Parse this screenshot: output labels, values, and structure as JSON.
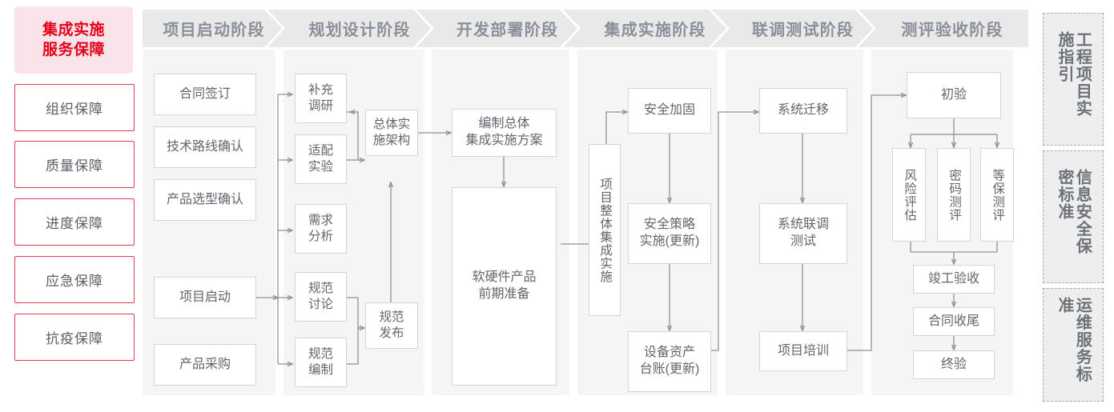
{
  "left_rail": {
    "header": "集成实施\n服务保障",
    "header_line1": "集成实施",
    "header_line2": "服务保障",
    "items": [
      {
        "label": "组织保障"
      },
      {
        "label": "质量保障"
      },
      {
        "label": "进度保障"
      },
      {
        "label": "应急保障"
      },
      {
        "label": "抗疫保障"
      }
    ]
  },
  "phases": [
    {
      "title": "项目启动阶段"
    },
    {
      "title": "规划设计阶段"
    },
    {
      "title": "开发部署阶段"
    },
    {
      "title": "集成实施阶段"
    },
    {
      "title": "联调测试阶段"
    },
    {
      "title": "测评验收阶段"
    }
  ],
  "nodes": {
    "p1": [
      {
        "label": "合同签订"
      },
      {
        "label": "技术路线确认"
      },
      {
        "label": "产品选型确认"
      },
      {
        "label": "项目启动"
      },
      {
        "label": "产品采购"
      }
    ],
    "p2": [
      {
        "label": "补充\n调研",
        "l1": "补充",
        "l2": "调研"
      },
      {
        "label": "适配\n实验",
        "l1": "适配",
        "l2": "实验"
      },
      {
        "label": "需求\n分析",
        "l1": "需求",
        "l2": "分析"
      },
      {
        "label": "规范\n讨论",
        "l1": "规范",
        "l2": "讨论"
      },
      {
        "label": "规范\n编制",
        "l1": "规范",
        "l2": "编制"
      },
      {
        "label": "总体实\n施架构",
        "l1": "总体实",
        "l2": "施架构"
      },
      {
        "label": "规范\n发布",
        "l1": "规范",
        "l2": "发布"
      }
    ],
    "p3": [
      {
        "label": "编制总体\n集成实施方案",
        "l1": "编制总体",
        "l2": "集成实施方案"
      },
      {
        "label": "软硬件产品\n前期准备",
        "l1": "软硬件产品",
        "l2": "前期准备"
      }
    ],
    "p4": [
      {
        "label": "项目整体集成实施"
      },
      {
        "label": "安全加固"
      },
      {
        "label": "安全策略\n实施(更新)",
        "l1": "安全策略",
        "l2": "实施(更新)"
      },
      {
        "label": "设备资产\n台账(更新)",
        "l1": "设备资产",
        "l2": "台账(更新)"
      }
    ],
    "p5": [
      {
        "label": "系统迁移"
      },
      {
        "label": "系统联调\n测试",
        "l1": "系统联调",
        "l2": "测试"
      },
      {
        "label": "项目培训"
      }
    ],
    "p6": [
      {
        "label": "初验"
      },
      {
        "label": "风险评估"
      },
      {
        "label": "密码测评"
      },
      {
        "label": "等保测评"
      },
      {
        "label": "竣工验收"
      },
      {
        "label": "合同收尾"
      },
      {
        "label": "终验"
      }
    ]
  },
  "standards": [
    {
      "label": "工程项目实施指引"
    },
    {
      "label": "信息安全保密标准"
    },
    {
      "label": "运维服务标准"
    }
  ],
  "colors": {
    "accent_red": "#e2001a",
    "accent_border": "#e23a4e",
    "header_bg": "#e9e9e9",
    "header_text": "#8a9099",
    "panel_bg": "#f5f5f5",
    "node_border": "#d2d4d6",
    "node_text": "#61666d",
    "wire": "#8d9297",
    "std_bg": "#eeeeee",
    "std_border": "#a9adb2"
  }
}
